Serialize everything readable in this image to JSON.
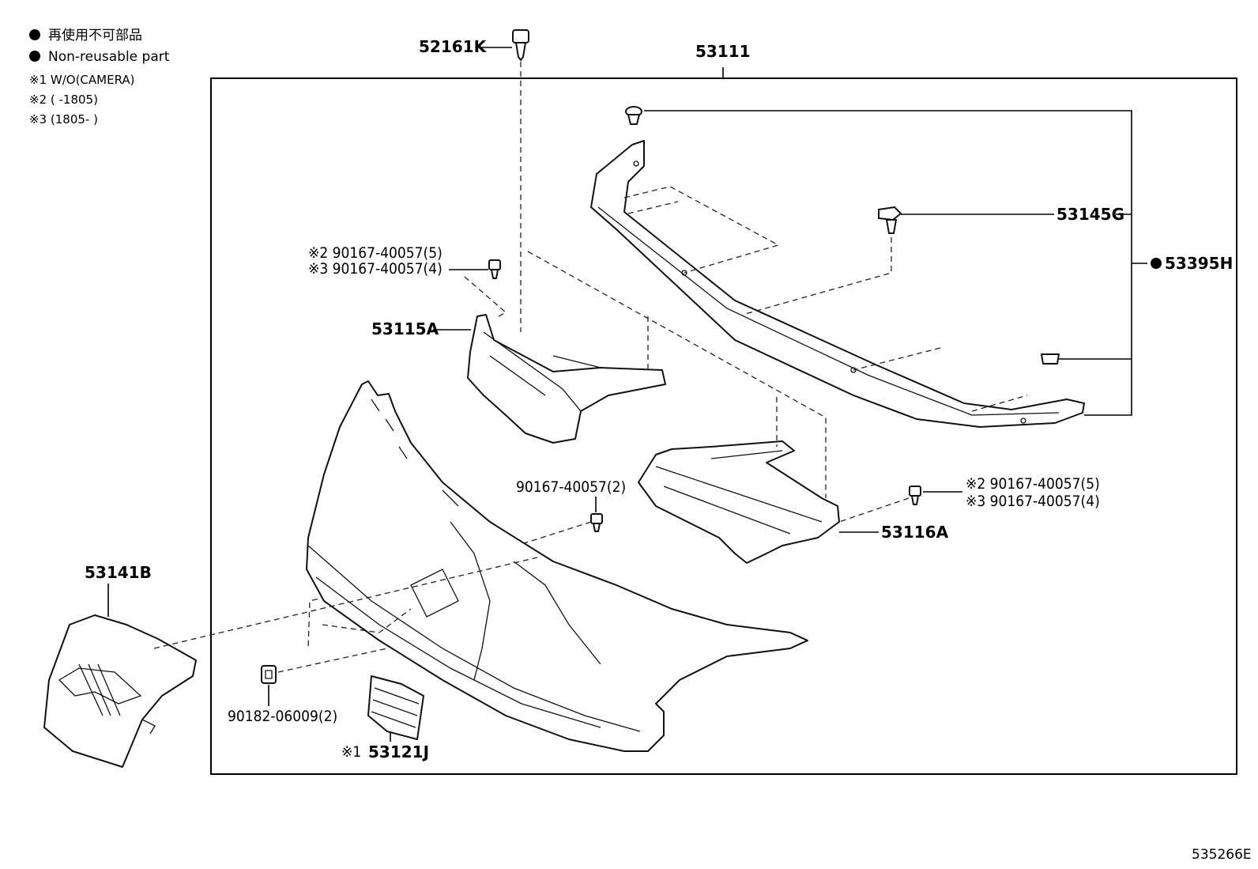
{
  "legend": {
    "bullet1_jp": "再使用不可部品",
    "bullet1_en": "Non-reusable part",
    "note1": "※1 W/O(CAMERA)",
    "note2": "※2 (       -1805)",
    "note3": "※3 (1805-        )"
  },
  "labels": {
    "p52161K": "52161K",
    "p53111": "53111",
    "p53145G": "53145G",
    "p53395H": "53395H",
    "p53115A": "53115A",
    "p53116A": "53116A",
    "p53141B": "53141B",
    "p53121J": "53121J",
    "note1_mark": "※1",
    "bolt_left_2": "※2 90167-40057(5)",
    "bolt_left_3": "※3 90167-40057(4)",
    "bolt_center": "90167-40057(2)",
    "bolt_right_2": "※2 90167-40057(5)",
    "bolt_right_3": "※3 90167-40057(4)",
    "nut_bottom": "90182-06009(2)"
  },
  "diagram_id": "535266E",
  "colors": {
    "line": "#111111",
    "background": "#ffffff"
  }
}
